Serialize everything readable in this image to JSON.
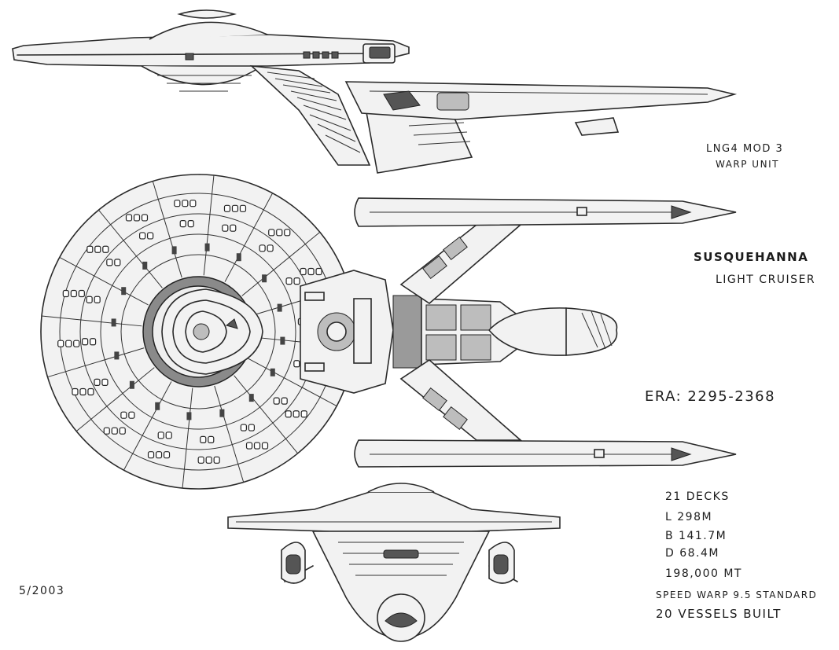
{
  "labels": {
    "warp_unit_line1": "LNG4 MOD 3",
    "warp_unit_line2": "WARP UNIT",
    "ship_name": "SUSQUEHANNA",
    "ship_class": "LIGHT CRUISER",
    "era": "ERA: 2295-2368",
    "date": "5/2003"
  },
  "specs": [
    "21 DECKS",
    "L  298M",
    "B  141.7M",
    "D  68.4M",
    "198,000 MT",
    "SPEED WARP 9.5  STANDARD",
    "20 VESSELS BUILT"
  ],
  "colors": {
    "ink": "#1c1c1c",
    "paper": "#ffffff",
    "shade": "#555555"
  }
}
